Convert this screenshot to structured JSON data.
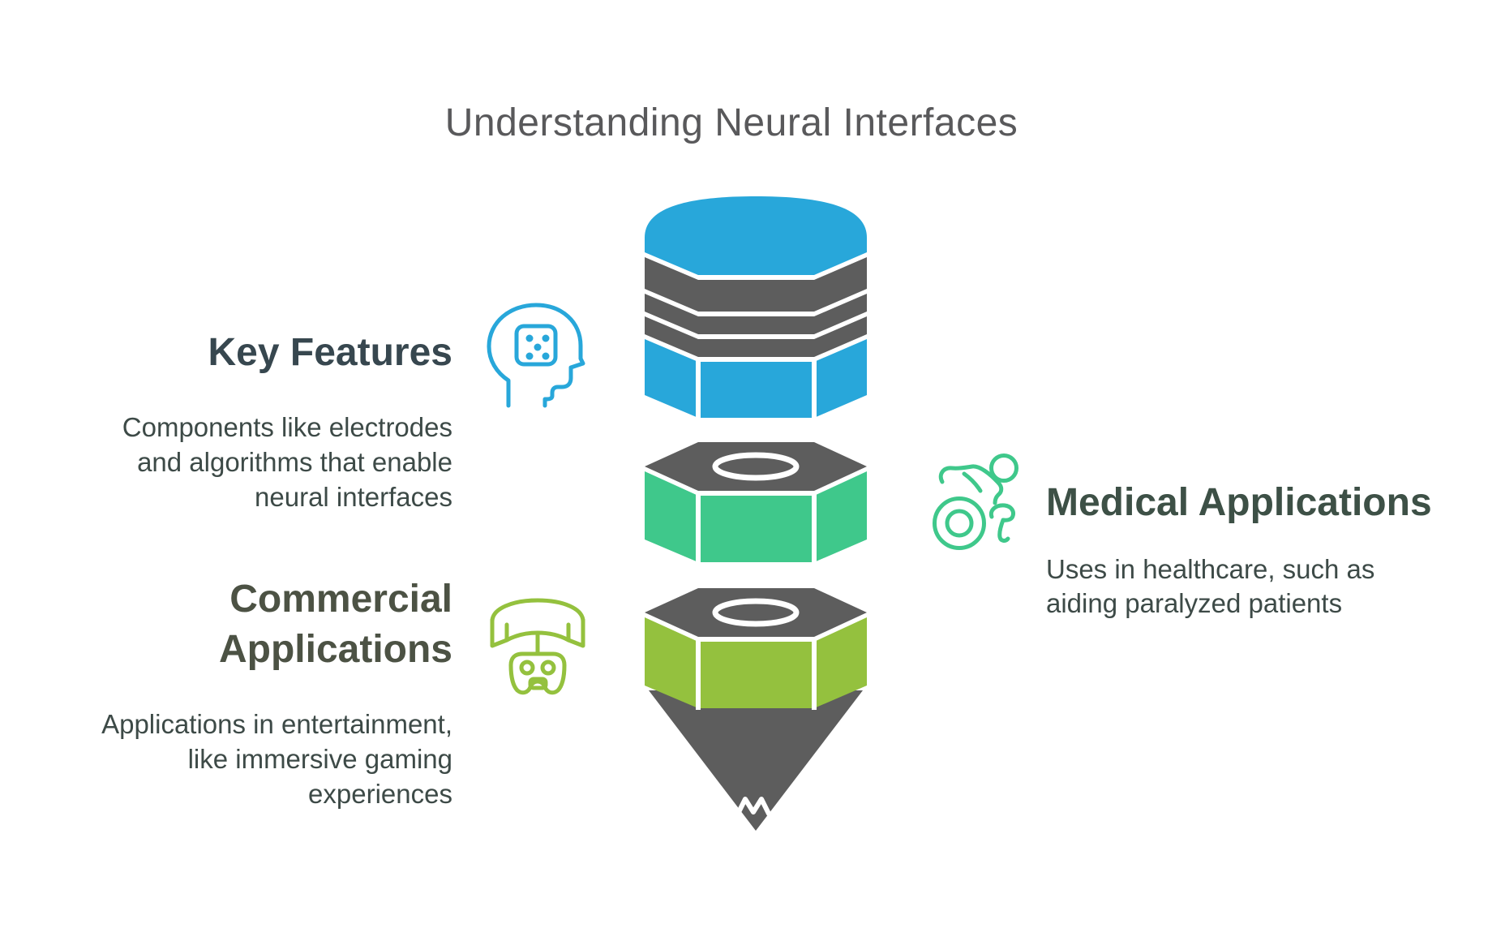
{
  "title": {
    "text": "Understanding Neural Interfaces"
  },
  "colors": {
    "background": "#ffffff",
    "title_text": "#59595b",
    "body_text": "#3d4a47",
    "kf_heading": "#37474f",
    "ca_heading": "#4c5244",
    "ma_heading": "#3d5046",
    "blue": "#28a7da",
    "gray": "#5d5d5d",
    "emerald": "#3fc88b",
    "olive": "#94c13e",
    "white": "#ffffff"
  },
  "sections": [
    {
      "id": "key-features",
      "heading": "Key Features",
      "description_lines": [
        "Components like electrodes",
        "and algorithms that enable",
        "neural interfaces"
      ],
      "icon": "head-with-chip-icon",
      "accent": "#28a7da",
      "side": "left"
    },
    {
      "id": "medical-applications",
      "heading": "Medical Applications",
      "description_lines": [
        "Uses in healthcare, such as",
        "aiding paralyzed patients"
      ],
      "icon": "wheelchair-athlete-icon",
      "accent": "#3fc88b",
      "side": "right"
    },
    {
      "id": "commercial-applications",
      "heading": "Commercial Applications",
      "heading_lines": [
        "Commercial",
        "Applications"
      ],
      "description_lines": [
        "Applications in entertainment,",
        "like immersive gaming",
        "experiences"
      ],
      "icon": "vr-headset-gamepad-icon",
      "accent": "#94c13e",
      "side": "left"
    }
  ],
  "diagram": {
    "type": "exploded-pencil-stack",
    "segments": [
      {
        "name": "eraser-cap",
        "color": "#28a7da"
      },
      {
        "name": "ferrule-bands",
        "color": "#5d5d5d"
      },
      {
        "name": "barrel-top",
        "color": "#28a7da"
      },
      {
        "name": "hex-segment-middle",
        "color": "#3fc88b"
      },
      {
        "name": "hex-segment-bottom",
        "color": "#94c13e"
      },
      {
        "name": "sharpened-tip",
        "color": "#5d5d5d"
      }
    ]
  }
}
